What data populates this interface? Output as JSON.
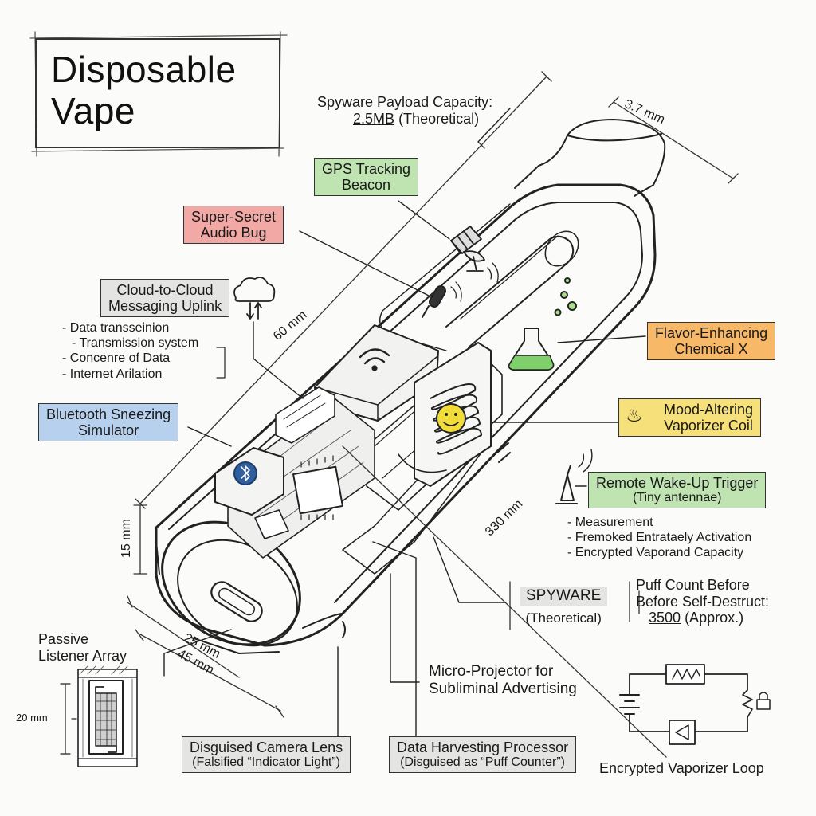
{
  "title": {
    "line1": "Disposable",
    "line2": "Vape"
  },
  "dimensions": {
    "width_top": "3.7 mm",
    "length": "60 mm",
    "length_long": "330 mm",
    "height": "15 mm",
    "base_width": "25 mm",
    "base_depth": "45 mm",
    "listener_height": "20 mm"
  },
  "labels": {
    "spyware_capacity": {
      "line1": "Spyware Payload Capacity:",
      "value": "2.5MB",
      "note": "(Theoretical)"
    },
    "gps": {
      "line1": "GPS Tracking",
      "line2": "Beacon"
    },
    "audio_bug": {
      "line1": "Super-Secret",
      "line2": "Audio Bug"
    },
    "cloud": {
      "line1": "Cloud-to-Cloud",
      "line2": "Messaging Uplink",
      "bullets": [
        "Data transseinion",
        "Transmission system",
        "Concenre of Data",
        "Internet Arilation"
      ]
    },
    "bluetooth": {
      "line1": "Bluetooth Sneezing",
      "line2": "Simulator"
    },
    "flavor": {
      "line1": "Flavor-Enhancing",
      "line2": "Chemical X"
    },
    "mood": {
      "line1": "Mood-Altering",
      "line2": "Vaporizer Coil"
    },
    "wakeup": {
      "line1": "Remote Wake-Up Trigger",
      "line2": "(Tiny antennae)",
      "bullets": [
        "Measurement",
        "Fremoked Entrataely Activation",
        "Encrypted Vaporand Capacity"
      ]
    },
    "spyware": {
      "line1": "SPYWARE",
      "line2": "(Theoretical)"
    },
    "puff": {
      "line1": "Puff Count Before",
      "line2": "Before Self-Destruct:",
      "value": "3500",
      "note": "(Approx.)"
    },
    "projector": {
      "line1": "Micro-Projector for",
      "line2": "Subliminal Advertising"
    },
    "listener": {
      "line1": "Passive",
      "line2": "Listener Array"
    },
    "camera": {
      "line1": "Disguised Camera Lens",
      "line2": "(Falsified “Indicator Light”)"
    },
    "processor": {
      "line1": "Data Harvesting Processor",
      "line2": "(Disguised as “Puff Counter”)"
    },
    "circuit": "Encrypted Vaporizer Loop"
  },
  "colors": {
    "red": "#f2a9a5",
    "green": "#bfe3b1",
    "blue": "#b7d0ee",
    "orange": "#f7b867",
    "yellow": "#f6e07a",
    "grey": "#e4e4e2",
    "flask_liquid": "#7fd06a",
    "smiley": "#f2dc3a",
    "bluetooth": "#2f5f9e"
  },
  "icons": [
    "cloud-icon",
    "satellite-icon",
    "microphone-icon",
    "flask-icon",
    "coil-icon",
    "antenna-icon",
    "wifi-icon",
    "bluetooth-icon",
    "chip-icon",
    "smiley-icon",
    "usb-c-port-icon",
    "resistor-icon",
    "battery-icon",
    "triangle-icon"
  ]
}
